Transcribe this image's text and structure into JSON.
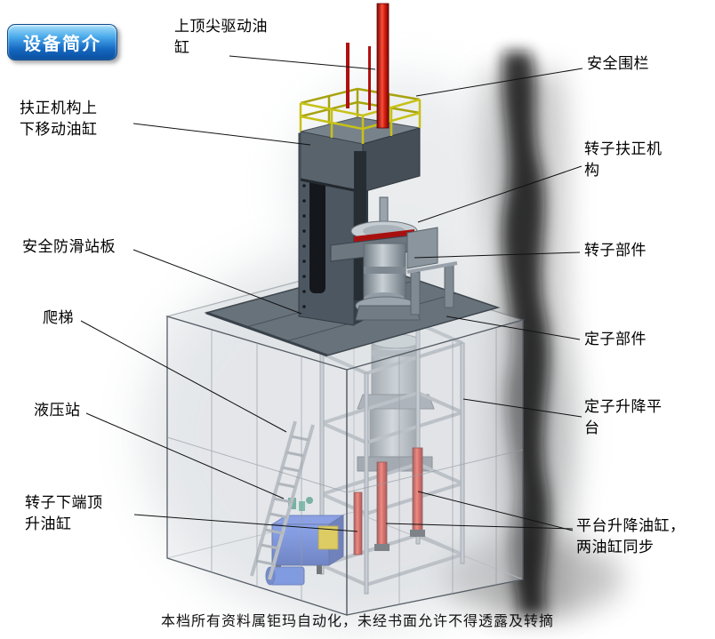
{
  "badge": {
    "label": "设备简介"
  },
  "labels": [
    {
      "id": "top-drive-cylinder",
      "text": "上顶尖驱动油\n缸"
    },
    {
      "id": "safety-fence",
      "text": "安全围栏"
    },
    {
      "id": "centering-updown-cylinder",
      "text": "扶正机构上\n下移动油缸"
    },
    {
      "id": "rotor-centering-mechanism",
      "text": "转子扶正机\n构"
    },
    {
      "id": "antislip-platform",
      "text": "安全防滑站板"
    },
    {
      "id": "rotor-parts",
      "text": "转子部件"
    },
    {
      "id": "ladder",
      "text": "爬梯"
    },
    {
      "id": "stator-parts",
      "text": "定子部件"
    },
    {
      "id": "hydraulic-station",
      "text": "液压站"
    },
    {
      "id": "stator-lift-platform",
      "text": "定子升降平\n台"
    },
    {
      "id": "rotor-bottom-jack-cylinder",
      "text": "转子下端顶\n升油缸"
    },
    {
      "id": "platform-lift-cylinders",
      "text": "平台升降油缸，\n两油缸同步"
    }
  ],
  "footer": {
    "text": "本档所有资料属钜玛自动化，未经书面允许不得透露及转摘"
  },
  "colors": {
    "badge_blue": "#1568c1",
    "cylinder_red": "#cc1111",
    "railing_yellow": "#c6c117",
    "hydraulic_blue": "#2854c8",
    "plate_gray": "#68727b"
  }
}
